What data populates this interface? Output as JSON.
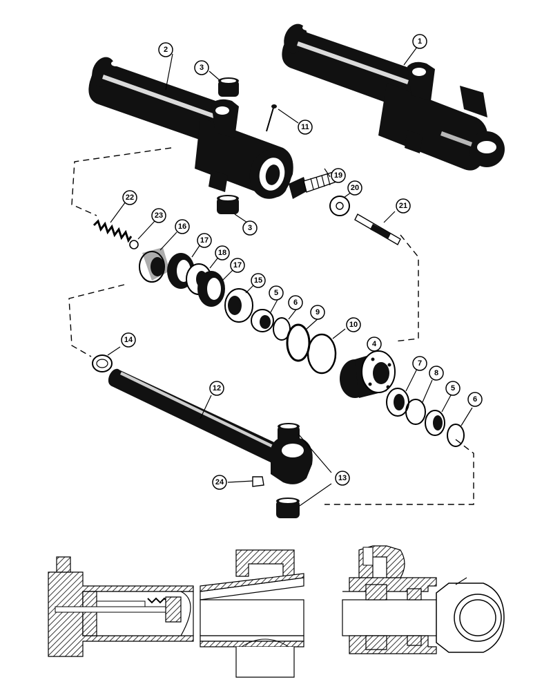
{
  "diagram": {
    "callouts": [
      {
        "id": "c1",
        "label": "1"
      },
      {
        "id": "c2",
        "label": "2"
      },
      {
        "id": "c3a",
        "label": "3"
      },
      {
        "id": "c3b",
        "label": "3"
      },
      {
        "id": "c4",
        "label": "4"
      },
      {
        "id": "c5a",
        "label": "5"
      },
      {
        "id": "c5b",
        "label": "5"
      },
      {
        "id": "c6a",
        "label": "6"
      },
      {
        "id": "c6b",
        "label": "6"
      },
      {
        "id": "c7",
        "label": "7"
      },
      {
        "id": "c8",
        "label": "8"
      },
      {
        "id": "c9",
        "label": "9"
      },
      {
        "id": "c10",
        "label": "10"
      },
      {
        "id": "c11",
        "label": "11"
      },
      {
        "id": "c12",
        "label": "12"
      },
      {
        "id": "c13",
        "label": "13"
      },
      {
        "id": "c14",
        "label": "14"
      },
      {
        "id": "c15",
        "label": "15"
      },
      {
        "id": "c16",
        "label": "16"
      },
      {
        "id": "c17a",
        "label": "17"
      },
      {
        "id": "c17b",
        "label": "17"
      },
      {
        "id": "c18",
        "label": "18"
      },
      {
        "id": "c19",
        "label": "19"
      },
      {
        "id": "c20",
        "label": "20"
      },
      {
        "id": "c21",
        "label": "21"
      },
      {
        "id": "c22",
        "label": "22"
      },
      {
        "id": "c23",
        "label": "23"
      },
      {
        "id": "c24",
        "label": "24"
      }
    ]
  }
}
